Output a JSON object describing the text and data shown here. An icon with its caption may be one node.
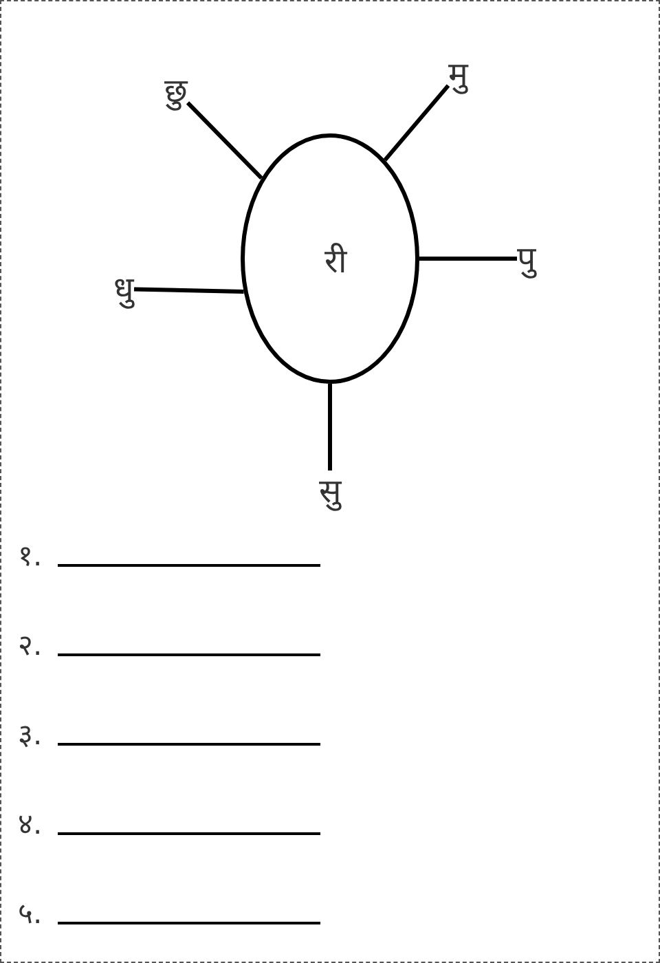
{
  "diagram": {
    "nodes": [
      {
        "text": [
          "री"
        ]
      },
      {
        "text": [
          "छु"
        ]
      },
      {
        "text": [
          "मु"
        ]
      },
      {
        "text": [
          "पु"
        ]
      },
      {
        "text": [
          "सु"
        ]
      },
      {
        "text": [
          "धु"
        ]
      }
    ],
    "edges": [
      {
        "from": 0,
        "to": 1,
        "arrow": "none"
      },
      {
        "from": 0,
        "to": 2,
        "arrow": "none"
      },
      {
        "from": 0,
        "to": 3,
        "arrow": "none"
      },
      {
        "from": 0,
        "to": 4,
        "arrow": "none"
      },
      {
        "from": 0,
        "to": 5,
        "arrow": "none"
      }
    ],
    "labels": [
      "१.",
      "२.",
      "३.",
      "४.",
      "५."
    ]
  }
}
